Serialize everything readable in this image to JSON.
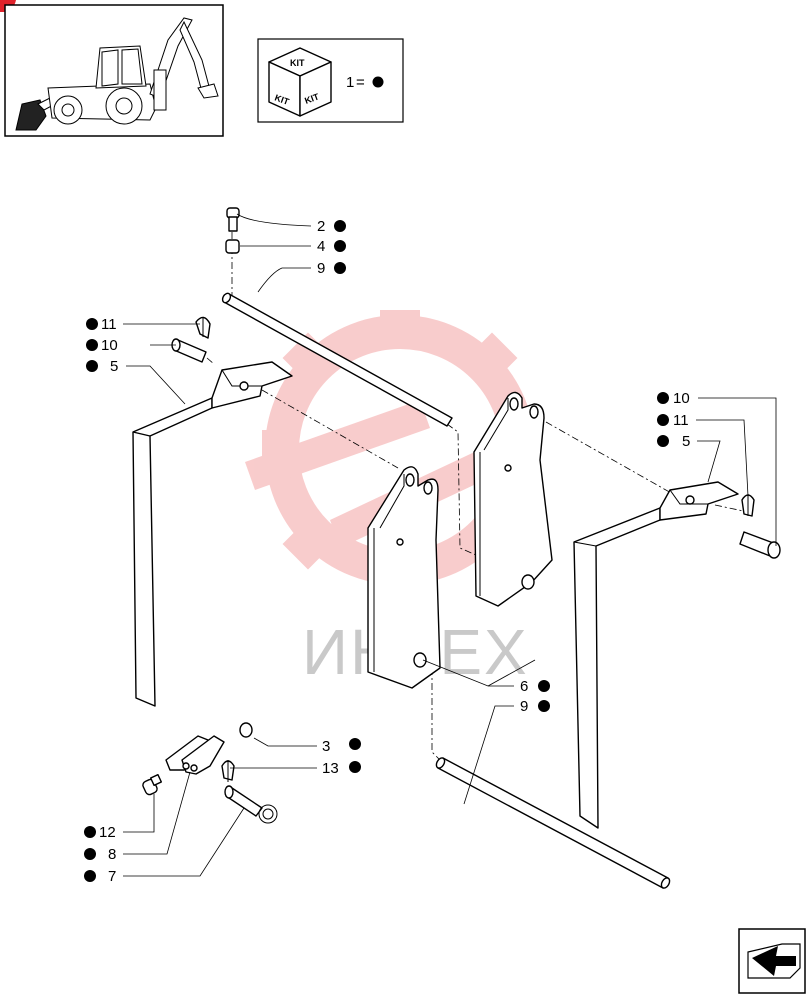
{
  "kit_box": {
    "kit_label": "KIT",
    "legend_number": "1",
    "legend_eq": "="
  },
  "watermark": {
    "text": "ИНТЕХ"
  },
  "callouts": {
    "c2": "2",
    "c4": "4",
    "c9a": "9",
    "c11a": "11",
    "c10a": "10",
    "c5a": "5",
    "c10b": "10",
    "c11b": "11",
    "c5b": "5",
    "c6": "6",
    "c9b": "9",
    "c3": "3",
    "c13": "13",
    "c12": "12",
    "c8": "8",
    "c7": "7"
  }
}
